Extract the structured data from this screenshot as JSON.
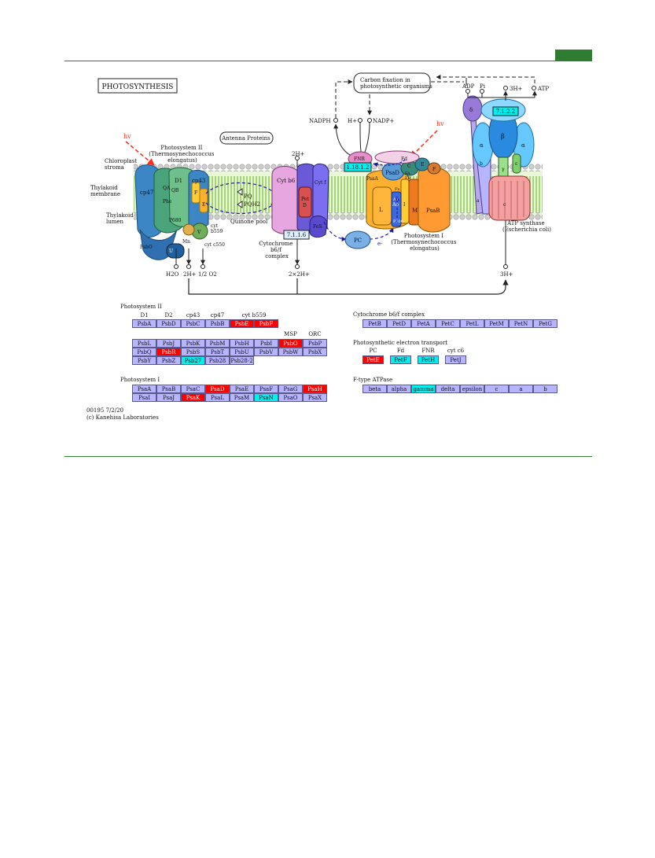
{
  "map": {
    "title": "PHOTOSYNTHESIS",
    "footer_id": "00195 7/2/20",
    "footer_copyright": "(c) Kanehisa Laboratories"
  },
  "compartments": {
    "stroma": [
      "Chloroplast",
      "stroma"
    ],
    "membrane": [
      "Thylakoid",
      "membrane"
    ],
    "lumen": [
      "Thylakoid",
      "lumen"
    ]
  },
  "complex_labels": {
    "ps2": [
      "Photosystem II",
      "(Thermosynechococcus",
      "elongatus)"
    ],
    "antenna": "Antenna Proteins",
    "quinone_pool": "Quinone pool",
    "cytb6f": [
      "Cytochrome",
      "b6/f",
      "complex"
    ],
    "ps1": [
      "Photosystem I",
      "(Thermosynechococcus",
      "elongatus)"
    ],
    "atp_synthase": [
      "ATP synthase",
      "(Escherichia coli)"
    ],
    "carbon_fixation": [
      "Carbon fixation in",
      "photosynthetic organisms"
    ]
  },
  "subunits": {
    "ps2": [
      "D1",
      "D2",
      "cp43",
      "cp47",
      "QA",
      "QB",
      "Phe",
      "P680",
      "F",
      "E",
      "Mn",
      "V",
      "U",
      "PsbO",
      "cyt",
      "b559",
      "cyt c550"
    ],
    "cytb6f": [
      "Cyt b6",
      "Cyt f",
      "Pet",
      "D",
      "FeS"
    ],
    "ps1": [
      "FNR",
      "Fd",
      "PsaD",
      "C",
      "E",
      "FA",
      "FB",
      "F",
      "PsaA",
      "L",
      "Ao",
      "A1",
      "Fx",
      "P700",
      "I",
      "M",
      "PsaB"
    ],
    "plastocyanin": "PC",
    "atp": [
      "δ",
      "α",
      "β",
      "γ",
      "ε",
      "b",
      "a",
      "c"
    ]
  },
  "metabolites": {
    "hv_left": "hv",
    "hv_right": "hv",
    "h2o": "H2O",
    "h_ps2": "2H+",
    "o2": "1/2 O2",
    "h_stroma_cyt": "2H+",
    "h_lumen_cyt": "2×2H+",
    "nadph": "NADPH",
    "h_nadp": "H+",
    "nadp": "NADP+",
    "adp": "ADP",
    "pi": "Pi",
    "h_atp_top": "3H+",
    "atp": "ATP",
    "h_atp_bottom": "3H+",
    "pq": "PQ",
    "pqh2": "PQH2",
    "electron": "e-"
  },
  "ec_numbers": {
    "fnr": "1.18.1.2",
    "cytb6f": "7.1.1.6",
    "atp": "7.1.2.2"
  },
  "gene_groups": {
    "ps2": {
      "title": "Photosystem II",
      "col_labels": [
        "D1",
        "D2",
        "cp43",
        "cp47",
        "cyt b559",
        "MSP",
        "ORC"
      ],
      "rows_top": [
        [
          {
            "t": "PsbA",
            "s": "n"
          },
          {
            "t": "PsbD",
            "s": "n"
          },
          {
            "t": "PsbC",
            "s": "n"
          },
          {
            "t": "PsbB",
            "s": "n"
          },
          {
            "t": "PsbE",
            "s": "r"
          },
          {
            "t": "PsbF",
            "s": "r"
          }
        ]
      ],
      "rows": [
        [
          {
            "t": "PsbL",
            "s": "n"
          },
          {
            "t": "PsbJ",
            "s": "n"
          },
          {
            "t": "PsbK",
            "s": "n"
          },
          {
            "t": "PsbM",
            "s": "n"
          },
          {
            "t": "PsbH",
            "s": "n"
          },
          {
            "t": "PsbI",
            "s": "n"
          },
          {
            "t": "PsbO",
            "s": "r"
          },
          {
            "t": "PsbP",
            "s": "n"
          }
        ],
        [
          {
            "t": "PsbQ",
            "s": "n"
          },
          {
            "t": "PsbR",
            "s": "r"
          },
          {
            "t": "PsbS",
            "s": "n"
          },
          {
            "t": "PsbT",
            "s": "n"
          },
          {
            "t": "PsbU",
            "s": "n"
          },
          {
            "t": "PsbV",
            "s": "n"
          },
          {
            "t": "PsbW",
            "s": "n"
          },
          {
            "t": "PsbX",
            "s": "n"
          }
        ],
        [
          {
            "t": "PsbY",
            "s": "n"
          },
          {
            "t": "PsbZ",
            "s": "n"
          },
          {
            "t": "Psb27",
            "s": "c"
          },
          {
            "t": "Psb28",
            "s": "n"
          },
          {
            "t": "Psb28-2",
            "s": "n"
          }
        ]
      ]
    },
    "cytb6f": {
      "title": "Cytochrome b6/f complex",
      "rows": [
        [
          {
            "t": "PetB",
            "s": "n"
          },
          {
            "t": "PetD",
            "s": "n"
          },
          {
            "t": "PetA",
            "s": "n"
          },
          {
            "t": "PetC",
            "s": "n"
          },
          {
            "t": "PetL",
            "s": "n"
          },
          {
            "t": "PetM",
            "s": "n"
          },
          {
            "t": "PetN",
            "s": "n"
          },
          {
            "t": "PetG",
            "s": "n"
          }
        ]
      ]
    },
    "pet": {
      "title": "Photosynthetic electron transport",
      "col_labels": [
        "PC",
        "Fd",
        "FNR",
        "cyt c6"
      ],
      "rows": [
        [
          {
            "t": "PetE",
            "s": "r"
          },
          {
            "t": "PetF",
            "s": "c"
          },
          {
            "t": "PetH",
            "s": "c"
          },
          {
            "t": "PetJ",
            "s": "n"
          }
        ]
      ]
    },
    "ps1": {
      "title": "Photosystem I",
      "rows": [
        [
          {
            "t": "PsaA",
            "s": "n"
          },
          {
            "t": "PsaB",
            "s": "n"
          },
          {
            "t": "PsaC",
            "s": "n"
          },
          {
            "t": "PsaD",
            "s": "r"
          },
          {
            "t": "PsaE",
            "s": "n"
          },
          {
            "t": "PsaF",
            "s": "n"
          },
          {
            "t": "PsaG",
            "s": "n"
          },
          {
            "t": "PsaH",
            "s": "r"
          }
        ],
        [
          {
            "t": "PsaI",
            "s": "n"
          },
          {
            "t": "PsaJ",
            "s": "n"
          },
          {
            "t": "PsaK",
            "s": "r"
          },
          {
            "t": "PsaL",
            "s": "n"
          },
          {
            "t": "PsaM",
            "s": "n"
          },
          {
            "t": "PsaN",
            "s": "c"
          },
          {
            "t": "PsaO",
            "s": "n"
          },
          {
            "t": "PsaX",
            "s": "n"
          }
        ]
      ]
    },
    "atp": {
      "title": "F-type ATPase",
      "rows": [
        [
          {
            "t": "beta",
            "s": "n"
          },
          {
            "t": "alpha",
            "s": "n"
          },
          {
            "t": "gamma",
            "s": "c"
          },
          {
            "t": "delta",
            "s": "n"
          },
          {
            "t": "epsilon",
            "s": "n"
          },
          {
            "t": "c",
            "s": "n"
          },
          {
            "t": "a",
            "s": "n"
          },
          {
            "t": "b",
            "s": "n"
          }
        ]
      ]
    }
  },
  "colors": {
    "accent_green": "#2e7d32",
    "gene_default": "#b7b5ff",
    "gene_highlight_red": "#ff0000",
    "gene_highlight_cyan": "#00f0f0",
    "membrane_green": "#a8e06a",
    "electron_path": "#1a1aa0",
    "light_arrow": "#ff2a1a"
  }
}
